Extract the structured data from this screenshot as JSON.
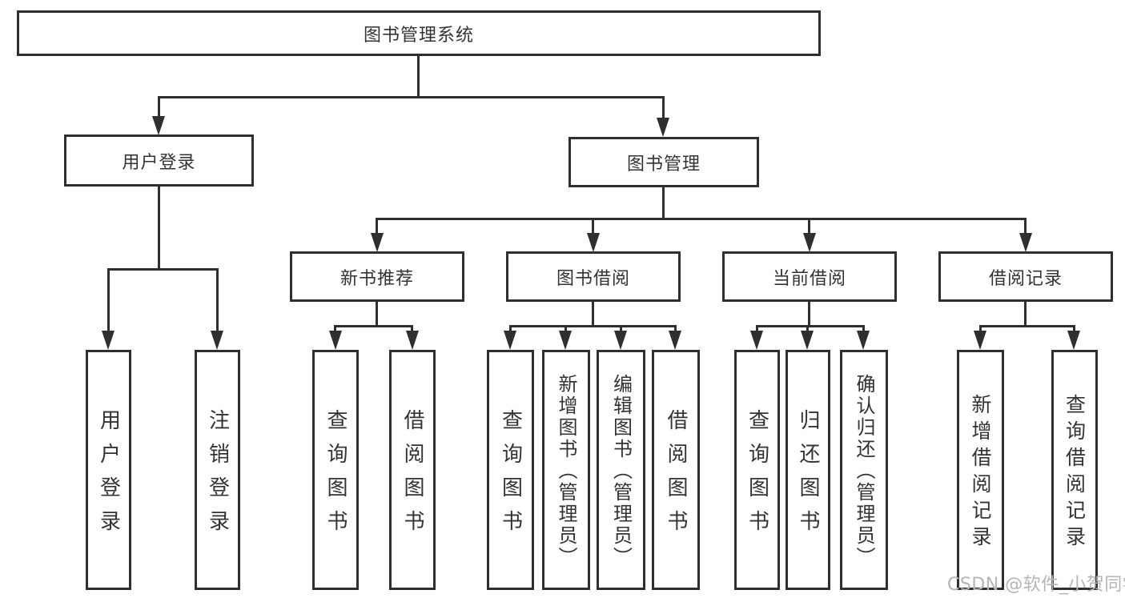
{
  "diagram": {
    "root": {
      "label": "图书管理系统"
    },
    "branches": [
      {
        "label": "用户登录",
        "children": [
          {
            "label": "用户登录"
          },
          {
            "label": "注销登录"
          }
        ]
      },
      {
        "label": "图书管理",
        "children": [
          {
            "label": "新书推荐",
            "children": [
              {
                "label": "查询图书"
              },
              {
                "label": "借阅图书"
              }
            ]
          },
          {
            "label": "图书借阅",
            "children": [
              {
                "label": "查询图书"
              },
              {
                "label": "新增图书（管理员）"
              },
              {
                "label": "编辑图书（管理员）"
              },
              {
                "label": "借阅图书"
              }
            ]
          },
          {
            "label": "当前借阅",
            "children": [
              {
                "label": "查询图书"
              },
              {
                "label": "归还图书"
              },
              {
                "label": "确认归还（管理员）"
              }
            ]
          },
          {
            "label": "借阅记录",
            "children": [
              {
                "label": "新增借阅记录"
              },
              {
                "label": "查询借阅记录"
              }
            ]
          }
        ]
      }
    ]
  },
  "watermark": {
    "text": "CSDN @软件_小贺同学"
  },
  "colors": {
    "line": "#2f2f2f",
    "text": "#333333",
    "background": "#ffffff",
    "watermark": "#b5b5b5"
  }
}
